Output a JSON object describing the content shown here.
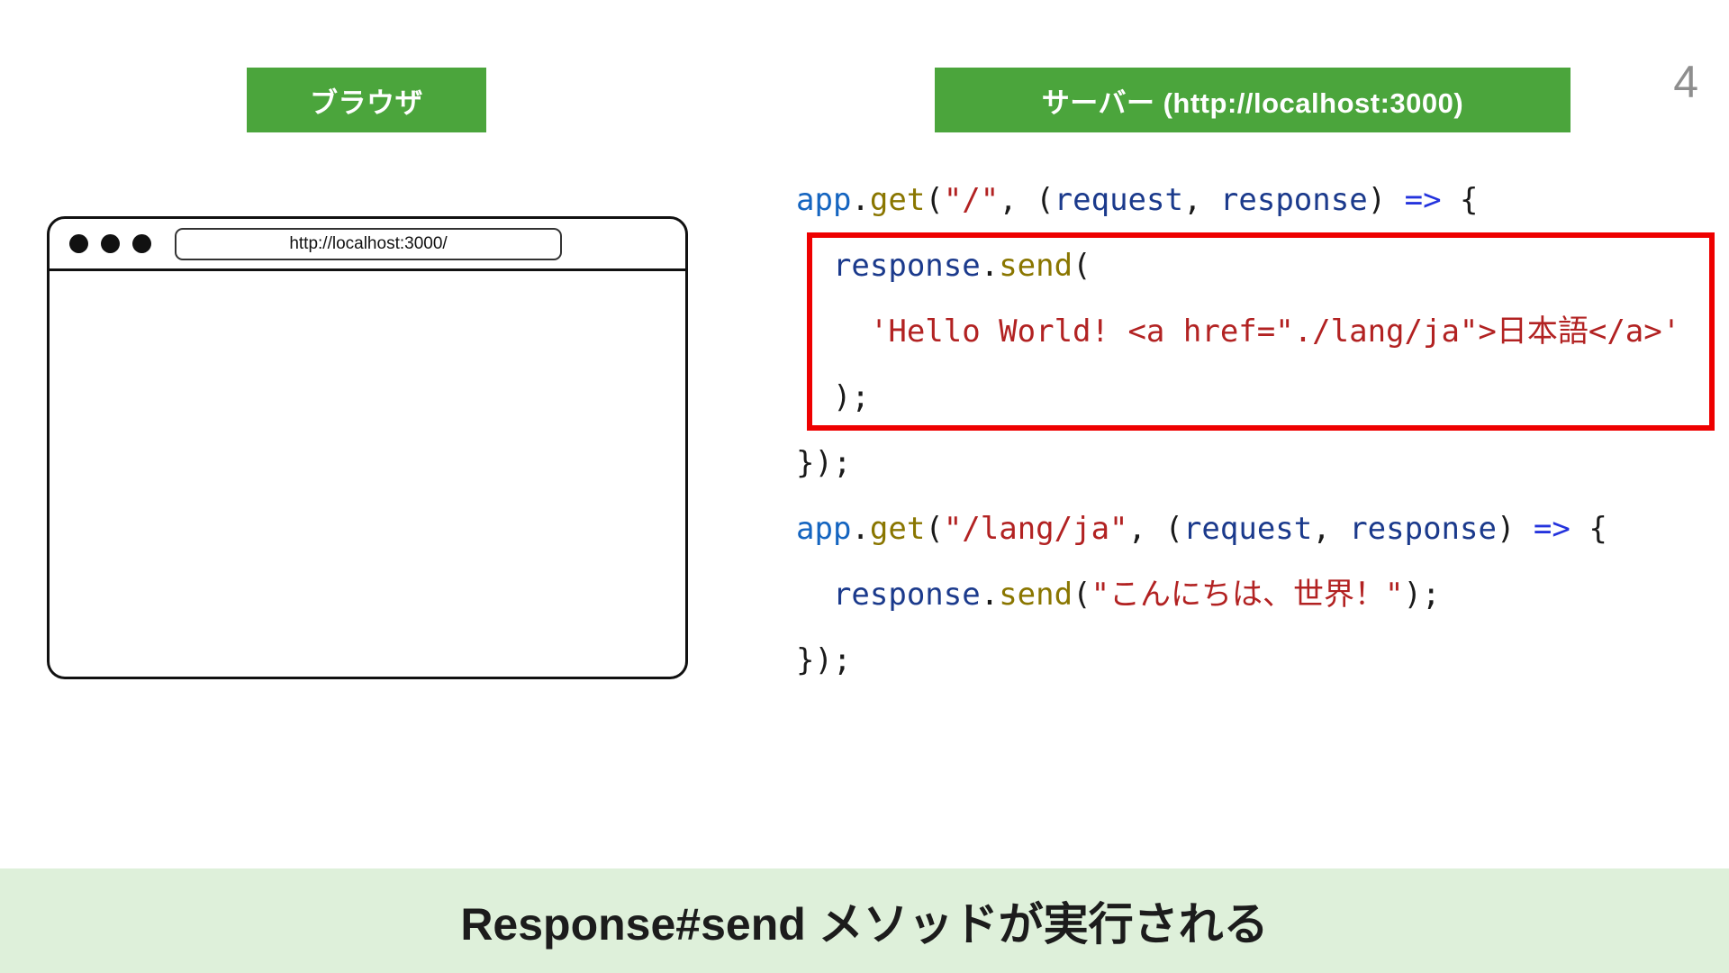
{
  "colors": {
    "theme": {
      "green": "#4BA53C",
      "banner-bg": "#DEF0DA",
      "highlight-red": "#EE0000",
      "page-number": "#8E8E8E"
    },
    "code": {
      "plain": "#1A1A1A",
      "blue": "#1565C0",
      "olive": "#8A7600",
      "string": "#B22222",
      "navy": "#1B3A8C",
      "arrow": "#2433DD"
    }
  },
  "header": {
    "browser_label": "ブラウザ",
    "server_label": "サーバー (http://localhost:3000)",
    "page_number": "4"
  },
  "browser": {
    "url": "http://localhost:3000/"
  },
  "code": {
    "lines": [
      [
        [
          "blue",
          "app"
        ],
        [
          "plain",
          "."
        ],
        [
          "olive",
          "get"
        ],
        [
          "plain",
          "("
        ],
        [
          "string",
          "\"/\""
        ],
        [
          "plain",
          ", ("
        ],
        [
          "navy",
          "request"
        ],
        [
          "plain",
          ", "
        ],
        [
          "navy",
          "response"
        ],
        [
          "plain",
          ") "
        ],
        [
          "arrow",
          "=>"
        ],
        [
          "plain",
          " {"
        ]
      ],
      [
        [
          "plain",
          "  "
        ],
        [
          "navy",
          "response"
        ],
        [
          "plain",
          "."
        ],
        [
          "olive",
          "send"
        ],
        [
          "plain",
          "("
        ]
      ],
      [
        [
          "plain",
          "    "
        ],
        [
          "string",
          "'Hello World! <a href=\"./lang/ja\">日本語</a>'"
        ]
      ],
      [
        [
          "plain",
          "  );"
        ]
      ],
      [
        [
          "plain",
          "});"
        ]
      ],
      [
        [
          "blue",
          "app"
        ],
        [
          "plain",
          "."
        ],
        [
          "olive",
          "get"
        ],
        [
          "plain",
          "("
        ],
        [
          "string",
          "\"/lang/ja\""
        ],
        [
          "plain",
          ", ("
        ],
        [
          "navy",
          "request"
        ],
        [
          "plain",
          ", "
        ],
        [
          "navy",
          "response"
        ],
        [
          "plain",
          ") "
        ],
        [
          "arrow",
          "=>"
        ],
        [
          "plain",
          " {"
        ]
      ],
      [
        [
          "plain",
          "  "
        ],
        [
          "navy",
          "response"
        ],
        [
          "plain",
          "."
        ],
        [
          "olive",
          "send"
        ],
        [
          "plain",
          "("
        ],
        [
          "string",
          "\"こんにちは、世界！\""
        ],
        [
          "plain",
          ");"
        ]
      ],
      [
        [
          "plain",
          "});"
        ]
      ]
    ]
  },
  "banner": {
    "text": "Response#send メソッドが実行される"
  }
}
